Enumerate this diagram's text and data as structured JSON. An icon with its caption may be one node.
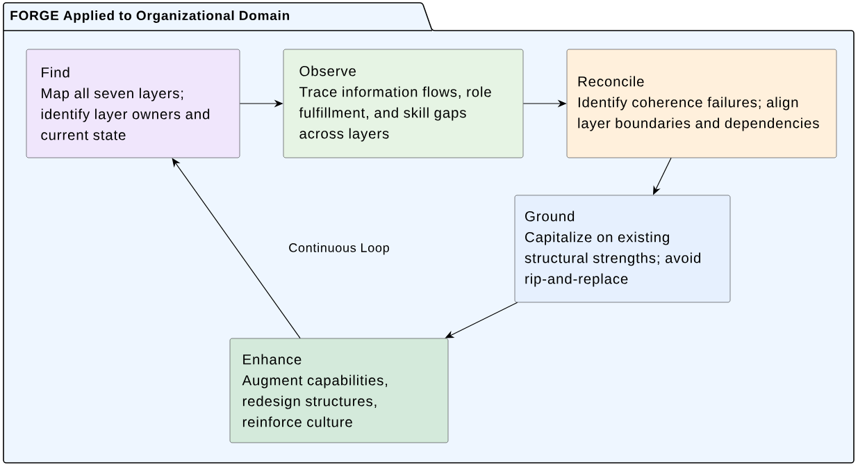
{
  "diagram": {
    "nodes": [
      {
        "text": [
          "FORGE Applied to Organizational Domain"
        ]
      },
      {
        "text": [
          "Find",
          "Map all seven layers; identify layer owners and current state"
        ],
        "in": 0
      },
      {
        "text": [
          "Observe",
          "Trace information flows, role fulfillment, and skill gaps across layers"
        ],
        "in": 0
      },
      {
        "text": [
          "Reconcile",
          "Identify coherence failures; align layer boundaries and dependencies"
        ],
        "in": 0
      },
      {
        "text": [
          "Ground",
          "Capitalize on existing structural strengths; avoid rip-and-replace"
        ],
        "in": 0
      },
      {
        "text": [
          "Enhance",
          "Augment capabilities, redesign structures, reinforce culture"
        ],
        "in": 0
      }
    ],
    "edges": [
      {
        "from": 1,
        "to": 2,
        "arrow": "to"
      },
      {
        "from": 2,
        "to": 3,
        "arrow": "to"
      },
      {
        "from": 3,
        "to": 4,
        "arrow": "to"
      },
      {
        "from": 4,
        "to": 5,
        "arrow": "to"
      },
      {
        "from": 5,
        "to": 1,
        "arrow": "to"
      }
    ],
    "labels": [
      "Continuous Loop"
    ]
  }
}
